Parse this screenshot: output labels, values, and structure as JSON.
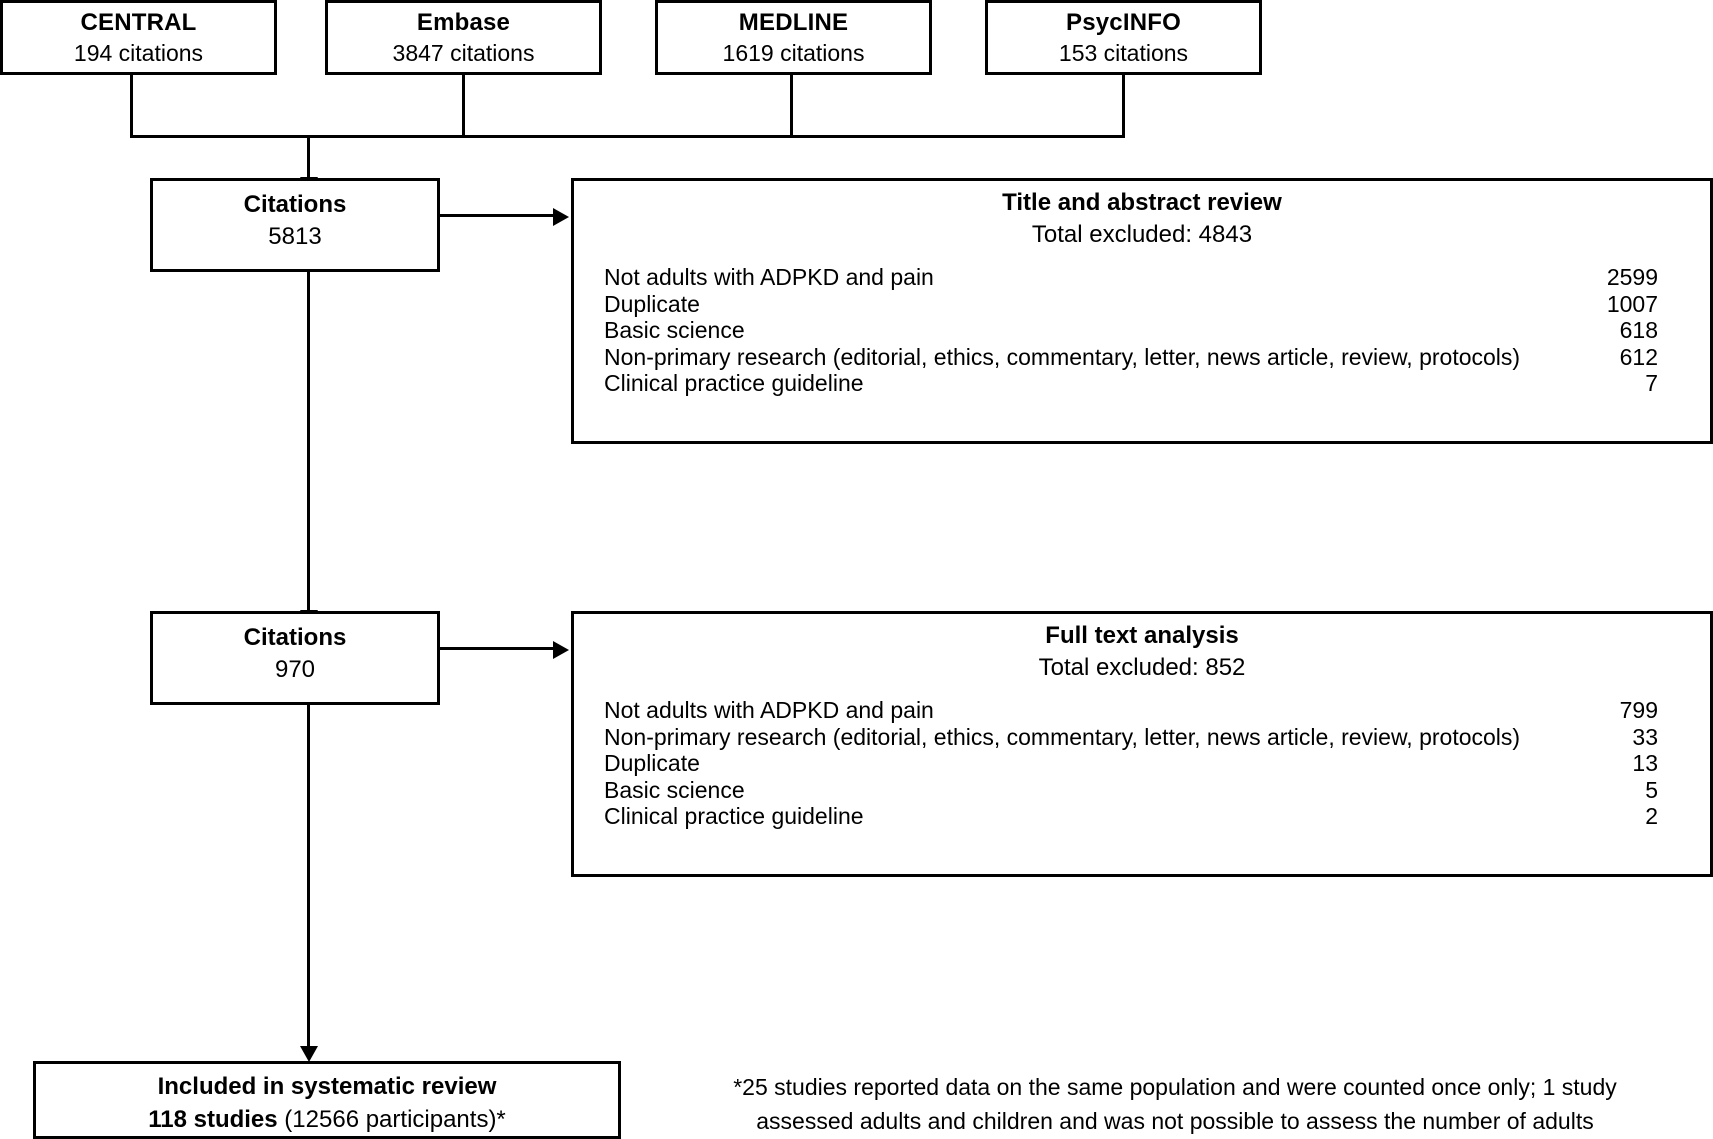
{
  "diagram": {
    "title": "PRISMA study selection flow diagram",
    "sources": [
      {
        "name": "CENTRAL",
        "citations": "194 citations"
      },
      {
        "name": "Embase",
        "citations": "3847 citations"
      },
      {
        "name": "MEDLINE",
        "citations": "1619 citations"
      },
      {
        "name": "PsycINFO",
        "citations": "153 citations"
      }
    ],
    "stage1": {
      "box_label": "Citations",
      "box_count": "5813",
      "panel_title": "Title and abstract review",
      "panel_total": "Total excluded: 4843",
      "exclusions": [
        {
          "reason": "Not adults with ADPKD and pain",
          "count": "2599"
        },
        {
          "reason": "Duplicate",
          "count": "1007"
        },
        {
          "reason": "Basic science",
          "count": "618"
        },
        {
          "reason": "Non-primary research (editorial, ethics, commentary, letter, news article, review, protocols)",
          "count": "612"
        },
        {
          "reason": "Clinical practice guideline",
          "count": "7"
        }
      ]
    },
    "stage2": {
      "box_label": "Citations",
      "box_count": "970",
      "panel_title": "Full text analysis",
      "panel_total": "Total excluded: 852",
      "exclusions": [
        {
          "reason": "Not adults with ADPKD and pain",
          "count": "799"
        },
        {
          "reason": "Non-primary research (editorial, ethics, commentary, letter, news article, review, protocols)",
          "count": "33"
        },
        {
          "reason": "Duplicate",
          "count": "13"
        },
        {
          "reason": "Basic science",
          "count": "5"
        },
        {
          "reason": "Clinical practice guideline",
          "count": "2"
        }
      ]
    },
    "included": {
      "line1": "Included in systematic review",
      "line2_bold": "118 studies",
      "line2_rest": " (12566 participants)*"
    },
    "footnote": {
      "line1": "*25 studies reported data on the same population and were counted once only; 1 study",
      "line2": "assessed adults and children and was not possible to assess the number of adults"
    },
    "colors": {
      "stroke": "#000000",
      "background": "#ffffff"
    }
  }
}
